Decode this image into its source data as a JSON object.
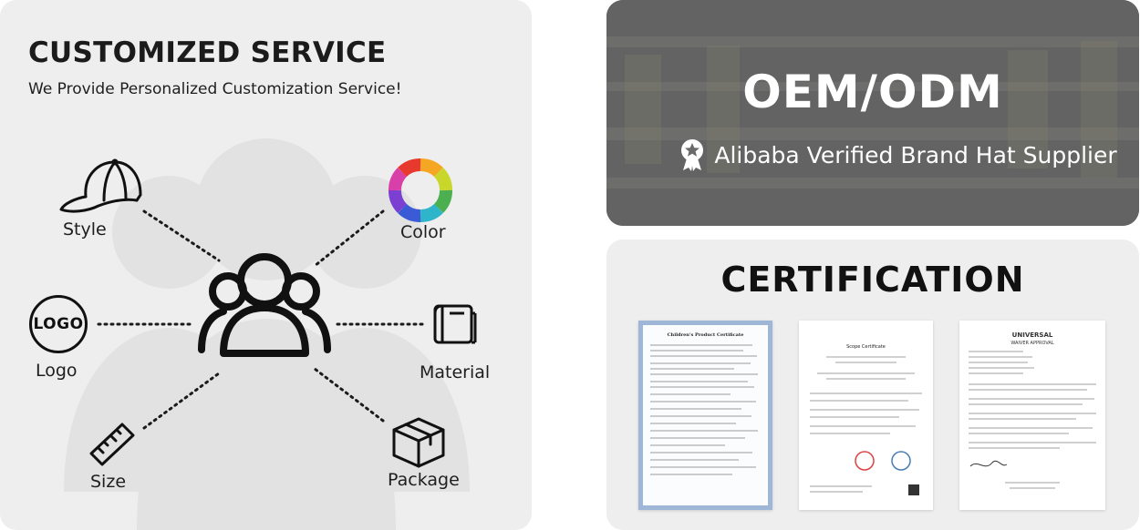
{
  "service": {
    "title": "CUSTOMIZED SERVICE",
    "subtitle": "We Provide Personalized Customization Service!",
    "options": {
      "style": "Style",
      "color": "Color",
      "logo": "Logo",
      "material": "Material",
      "size": "Size",
      "package": "Package"
    },
    "logo_badge_text": "LOGO"
  },
  "oem": {
    "title": "OEM/ODM",
    "subtitle": "Alibaba Verified Brand Hat Supplier"
  },
  "certification": {
    "title": "CERTIFICATION",
    "certificates": [
      {
        "heading": "Children's Product Certificate"
      },
      {
        "heading": "Scope Certificate"
      },
      {
        "heading": "UNIVERSAL",
        "subheading": "WAIVER APPROVAL"
      }
    ]
  }
}
